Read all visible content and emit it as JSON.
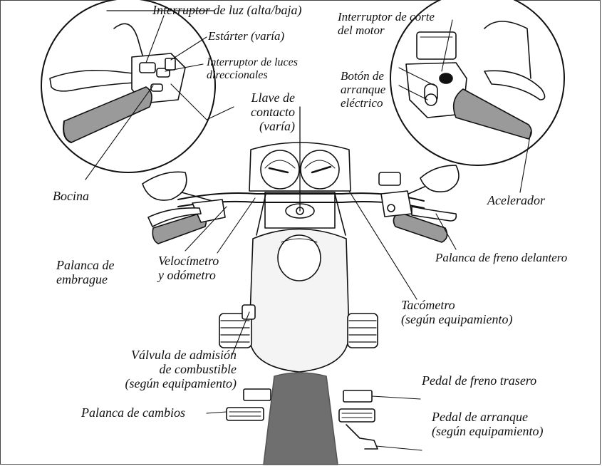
{
  "labels": {
    "light_switch": "Interruptor de luz (alta/baja)",
    "starter": "Estárter (varía)",
    "turn_signal_switch_1": "Interruptor de luces",
    "turn_signal_switch_2": "direccionales",
    "ignition_key_1": "Llave de",
    "ignition_key_2": "contacto",
    "ignition_key_3": "(varía)",
    "engine_cutoff_1": "Interruptor de corte",
    "engine_cutoff_2": "del motor",
    "electric_start_1": "Botón de",
    "electric_start_2": "arranque",
    "electric_start_3": "eléctrico",
    "horn": "Bocina",
    "throttle": "Acelerador",
    "clutch_lever_1": "Palanca de",
    "clutch_lever_2": "embrague",
    "speedometer_1": "Velocímetro",
    "speedometer_2": "y odómetro",
    "front_brake_lever": "Palanca de freno delantero",
    "tachometer_1": "Tacómetro",
    "tachometer_2": "(según equipamiento)",
    "fuel_valve_1": "Válvula de admisión",
    "fuel_valve_2": "de combustible",
    "fuel_valve_3": "(según equipamiento)",
    "rear_brake_pedal": "Pedal de freno trasero",
    "shift_lever": "Palanca de cambios",
    "kick_start_1": "Pedal de arranque",
    "kick_start_2": "(según equipamiento)"
  },
  "colors": {
    "ink": "#111111",
    "grip": "#9a9a9a",
    "tire": "#6f6f6f",
    "body_fill": "#f4f4f4"
  }
}
